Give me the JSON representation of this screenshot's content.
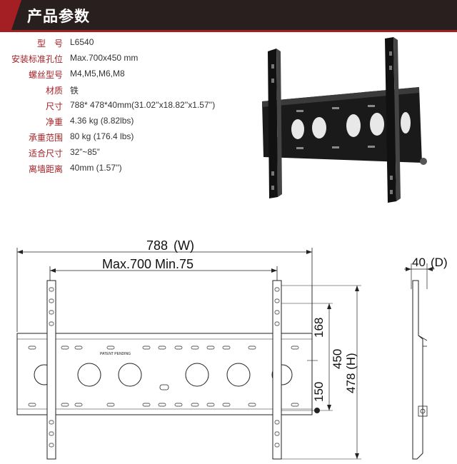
{
  "header": {
    "title": "产品参数",
    "accent_color": "#a31f24",
    "bar_color": "#2a1f1f"
  },
  "specs": [
    {
      "label": "型　号",
      "value": "L6540"
    },
    {
      "label": "安装标准孔位",
      "value": "Max.700x450 mm"
    },
    {
      "label": "螺丝型号",
      "value": "M4,M5,M6,M8"
    },
    {
      "label": "材质",
      "value": "铁"
    },
    {
      "label": "尺寸",
      "value": "788* 478*40mm(31.02''x18.82''x1.57'')"
    },
    {
      "label": "净重",
      "value": "4.36 kg (8.82lbs)"
    },
    {
      "label": "承重范围",
      "value": "80 kg (176.4 lbs)"
    },
    {
      "label": "适合尺寸",
      "value": "32”~85”"
    },
    {
      "label": "离墙距离",
      "value": "40mm (1.57'')"
    }
  ],
  "drawing": {
    "width_label": "788",
    "width_unit": "(W)",
    "hole_range_label": "Max.700 Min.75",
    "depth_label": "40",
    "depth_unit": "(D)",
    "height_top_label": "168",
    "height_bottom_label": "150",
    "hole_height_label": "450",
    "total_height_label": "478 (H)",
    "plate_text": "PATENT PENDING"
  }
}
